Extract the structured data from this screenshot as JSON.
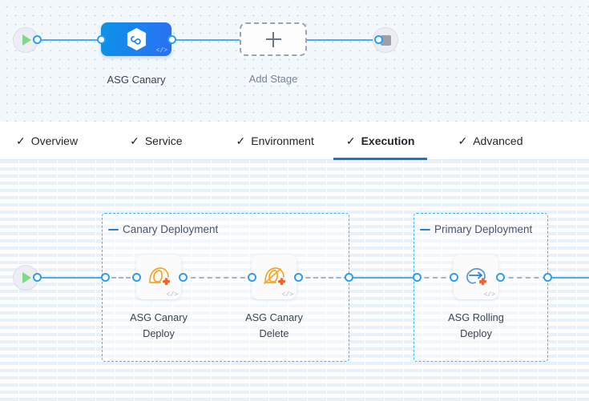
{
  "stage_canvas": {
    "start_node": {
      "icon": "play-icon"
    },
    "end_node": {
      "icon": "stop-icon"
    },
    "stage": {
      "label": "ASG Canary",
      "icon": "harness-hexagon-infinity-icon",
      "code_glyph": "</>"
    },
    "add_stage": {
      "label": "Add Stage",
      "icon": "plus-icon"
    }
  },
  "tabs": [
    {
      "label": "Overview",
      "check": "✓",
      "active": false
    },
    {
      "label": "Service",
      "check": "✓",
      "active": false
    },
    {
      "label": "Environment",
      "check": "✓",
      "active": false
    },
    {
      "label": "Execution",
      "check": "✓",
      "active": true
    },
    {
      "label": "Advanced",
      "check": "✓",
      "active": false
    }
  ],
  "execution_canvas": {
    "start_node": {
      "icon": "play-icon"
    },
    "groups": [
      {
        "label": "Canary Deployment",
        "collapse_icon": "minus-icon"
      },
      {
        "label": "Primary Deployment",
        "collapse_icon": "minus-icon"
      }
    ],
    "steps": [
      {
        "label": "ASG Canary\nDeploy",
        "line1": "ASG Canary",
        "line2": "Deploy",
        "icon": "asg-canary-deploy-icon",
        "code_glyph": "</>"
      },
      {
        "label": "ASG Canary\nDelete",
        "line1": "ASG Canary",
        "line2": "Delete",
        "icon": "asg-canary-delete-icon",
        "code_glyph": "</>"
      },
      {
        "label": "ASG Rolling\nDeploy",
        "line1": "ASG Rolling",
        "line2": "Deploy",
        "icon": "asg-rolling-deploy-icon",
        "code_glyph": "</>"
      }
    ]
  },
  "colors": {
    "accent_blue": "#2a9df4",
    "stage_blue": "#1e7ff0",
    "active_tab_underline": "#1d74d0",
    "group_border": "#39b5f0",
    "canary_orange": "#f5a623",
    "marker_orange": "#f2622a",
    "play_green": "#7ed98a"
  }
}
